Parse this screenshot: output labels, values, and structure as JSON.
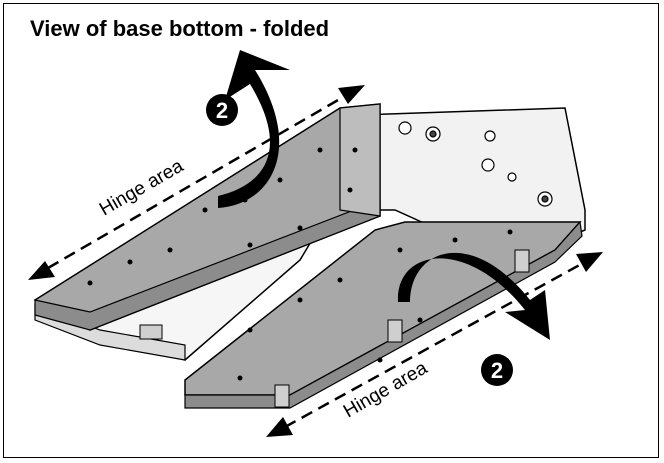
{
  "title": "View of base bottom - folded",
  "callouts": [
    {
      "number": "2"
    },
    {
      "number": "2"
    }
  ],
  "labels": {
    "hinge_upper": "Hinge area",
    "hinge_lower": "Hinge area"
  },
  "colors": {
    "panel": "#a8a8a8",
    "panel_dark": "#8c8c8c",
    "base": "#f2f2f2",
    "arrow": "#000000"
  }
}
